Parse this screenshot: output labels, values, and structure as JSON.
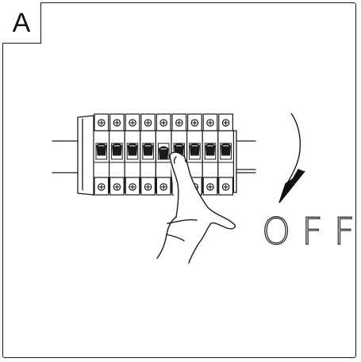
{
  "panel": {
    "label": "A",
    "state_text": "OFF",
    "breaker_count": 9,
    "pressed_breaker_index": 4,
    "arrow_direction": "down",
    "colors": {
      "line": "#1a1a1a",
      "background": "#ffffff"
    }
  }
}
